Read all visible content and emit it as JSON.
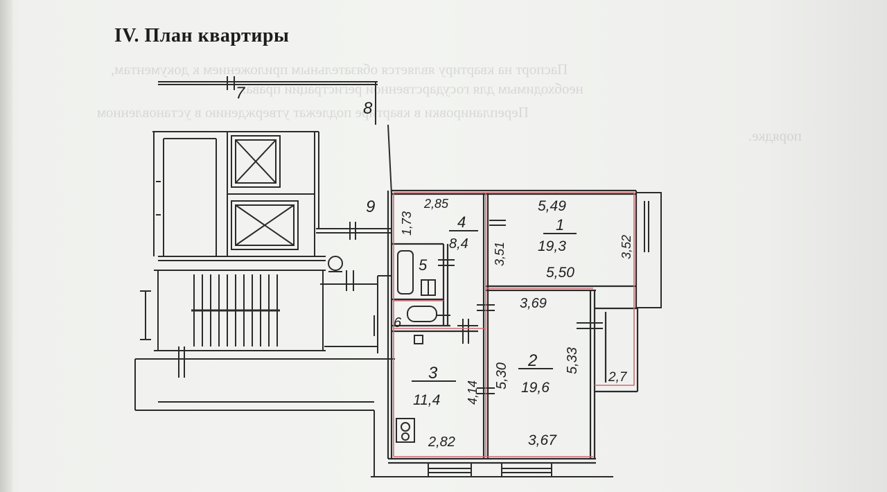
{
  "document": {
    "heading": "IV. План квартиры",
    "ghost_text": [
      "Паспорт на квартиру является обязательным приложением к документам,",
      "необходимым для государственной регистрации права.",
      "Перепланировки в квартире подлежат утверждению в установленном",
      "порядке."
    ]
  },
  "plan": {
    "labels": {
      "stair_top": "7",
      "corridor": "8",
      "landing": "9",
      "room4_width": "2,85",
      "room4_depth": "1,73",
      "room4_num": "4",
      "room4_area": "8,4",
      "wall_351": "3,51",
      "room1_width": "5,49",
      "room1_num": "1",
      "room1_area": "19,3",
      "room1_bottom": "5,50",
      "room1_depth": "3,52",
      "bath_num": "5",
      "wc_num": "6",
      "room2_top": "3,69",
      "room2_num": "2",
      "room2_area": "19,6",
      "room2_left": "5,30",
      "room2_right": "5,33",
      "room2_bottom": "3,67",
      "balcony_len": "2,7",
      "room3_num": "3",
      "room3_area": "11,4",
      "room3_depth": "4,14",
      "room3_width": "2,82"
    }
  }
}
